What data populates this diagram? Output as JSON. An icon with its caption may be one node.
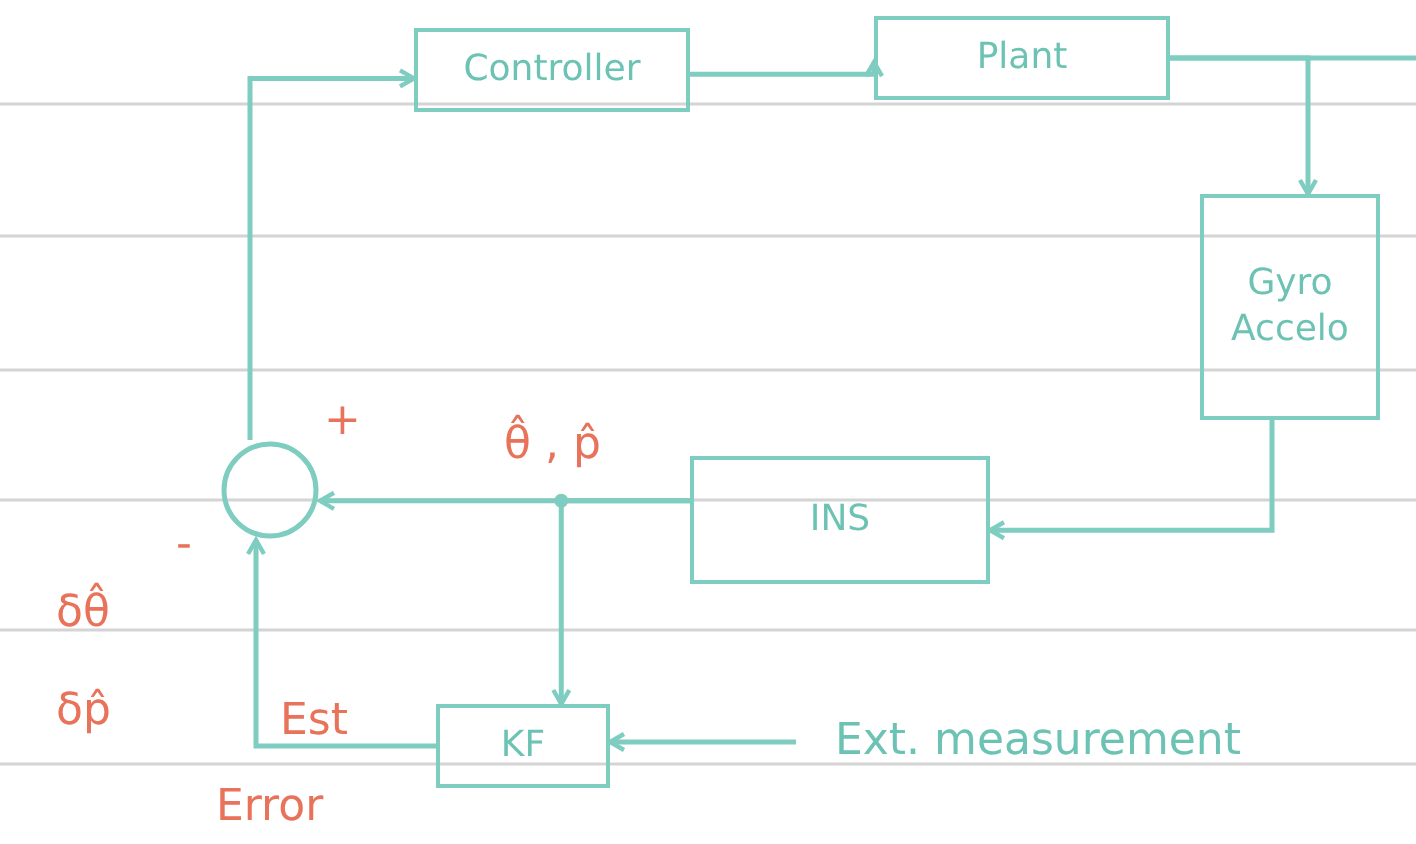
{
  "diagram": {
    "nodes": [
      {
        "text": [
          "Controller"
        ]
      },
      {
        "text": [
          "Plant"
        ]
      },
      {
        "text": [
          "Gyro Accelo"
        ]
      },
      {
        "text": [
          "INS"
        ]
      },
      {
        "text": [
          "KF"
        ]
      },
      {
        "text": [],
        "shape": "circle"
      },
      {
        "text": [
          "Ext. measurement"
        ]
      }
    ],
    "edges": [
      {
        "from": 5,
        "to": 0,
        "arrow": "to"
      },
      {
        "from": 0,
        "to": 1,
        "arrow": "to"
      },
      {
        "from": 1,
        "to": 2,
        "arrow": "to"
      },
      {
        "from": 1,
        "to": null,
        "arrow": "none"
      },
      {
        "from": 2,
        "to": 3,
        "arrow": "to"
      },
      {
        "from": 3,
        "to": 5,
        "arrow": "to",
        "label": "θ̂ , p̂"
      },
      {
        "from": 3,
        "to": 4,
        "arrow": "to"
      },
      {
        "from": 6,
        "to": 4,
        "arrow": "to"
      },
      {
        "from": 4,
        "to": 5,
        "arrow": "to"
      }
    ],
    "labels": [
      "+",
      "-",
      "δθ̂",
      "δp̂",
      "Est",
      "Error"
    ]
  }
}
